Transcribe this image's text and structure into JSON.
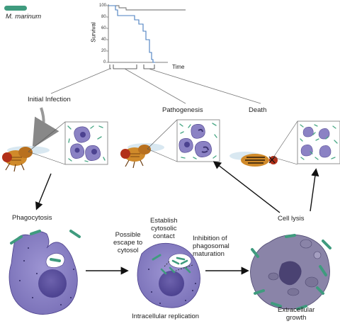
{
  "legend": {
    "organism": "M. marinum",
    "organism_color": "#3f9b7e"
  },
  "chart": {
    "ylabel": "Survival",
    "xlabel": "Time",
    "ticks": [
      "100",
      "80",
      "60",
      "40",
      "20",
      "0"
    ]
  },
  "stages": {
    "initial": "Initial Infection",
    "pathogenesis": "Pathogenesis",
    "death": "Death"
  },
  "cell_steps": {
    "phagocytosis": "Phagocytosis",
    "escape": [
      "Possible",
      "escape to",
      "cytosol"
    ],
    "contact": [
      "Establish",
      "cytosolic",
      "contact"
    ],
    "inhibition": [
      "Inhibition of",
      "phagosomal",
      "maturation"
    ],
    "replication": "Intracellular replication",
    "lysis": "Cell lysis",
    "growth": [
      "Extracellular",
      "growth"
    ]
  },
  "colors": {
    "bacteria": "#4aa886",
    "cell": "#8b82c4",
    "cell_dark": "#4a3f8a",
    "nucleus": "#5a4f9a",
    "curve": "#4a7fc0",
    "fly_body": "#d08a2a"
  }
}
